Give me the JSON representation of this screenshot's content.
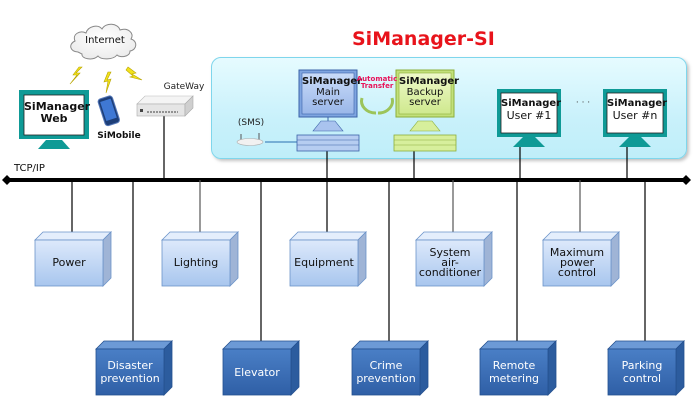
{
  "title": "SiManager-SI",
  "network": {
    "bus_label": "TCP/IP"
  },
  "external": {
    "internet": "Internet",
    "web_client": {
      "line1": "SiManager",
      "line2": "Web"
    },
    "mobile": "SiMobile",
    "gateway": "GateWay"
  },
  "system": {
    "sms": "(SMS)",
    "main_server": {
      "line1": "SiManager",
      "line2": "Main",
      "line3": "server"
    },
    "backup_server": {
      "line1": "SiManager",
      "line2": "Backup",
      "line3": "server"
    },
    "transfer": {
      "line1": "Automatic",
      "line2": "Transfer"
    },
    "users": [
      {
        "line1": "SiManager",
        "line2": "User #1"
      },
      {
        "line1": "SiManager",
        "line2": "User #n"
      }
    ],
    "ellipsis": "· · ·"
  },
  "subsystems_top": [
    {
      "label": "Power"
    },
    {
      "label": "Lighting"
    },
    {
      "label": "Equipment"
    },
    {
      "label": "System air-conditioner",
      "lines": [
        "System",
        "air-",
        "conditioner"
      ]
    },
    {
      "label": "Maximum power control",
      "lines": [
        "Maximum",
        "power",
        "control"
      ]
    }
  ],
  "subsystems_bottom": [
    {
      "label": "Disaster prevention",
      "lines": [
        "Disaster",
        "prevention"
      ]
    },
    {
      "label": "Elevator",
      "lines": [
        "Elevator"
      ]
    },
    {
      "label": "Crime prevention",
      "lines": [
        "Crime",
        "prevention"
      ]
    },
    {
      "label": "Remote metering",
      "lines": [
        "Remote",
        "metering"
      ]
    },
    {
      "label": "Parking control",
      "lines": [
        "Parking",
        "control"
      ]
    }
  ],
  "colors": {
    "title": "#e8131b",
    "monitor_teal": "#0f9a96",
    "light_box": "#bcd6f5",
    "dark_box": "#3b6fb6",
    "main_server": "#a9c3ee",
    "backup_server": "#d7ef9c",
    "panel": "#c9f1fb"
  }
}
